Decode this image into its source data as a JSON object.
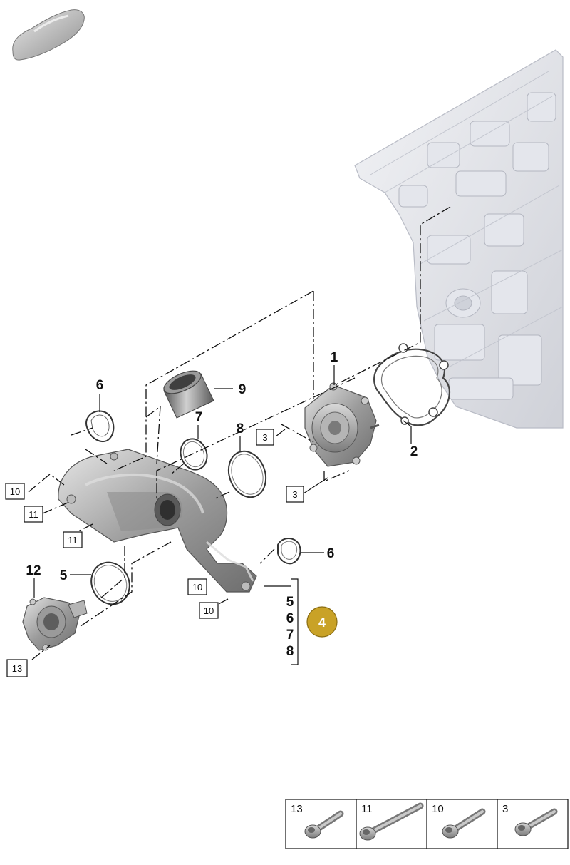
{
  "diagram": {
    "callouts": {
      "c1": "1",
      "c2": "2",
      "c6a": "6",
      "c6b": "6",
      "c7": "7",
      "c8": "8",
      "c9": "9",
      "c5": "5",
      "c12": "12"
    },
    "boxed_labels": {
      "b3a": "3",
      "b3b": "3",
      "b10a": "10",
      "b10b": "10",
      "b10c": "10",
      "b11a": "11",
      "b11b": "11",
      "b13": "13"
    },
    "kit": {
      "items": [
        "5",
        "6",
        "7",
        "8"
      ],
      "badge": "4",
      "badge_color": "#c9a227"
    },
    "fastener_legend": [
      {
        "label": "13"
      },
      {
        "label": "11"
      },
      {
        "label": "10"
      },
      {
        "label": "3"
      }
    ],
    "icons": [
      "car-silhouette-icon",
      "engine-block",
      "water-pump",
      "thermostat-housing"
    ]
  }
}
